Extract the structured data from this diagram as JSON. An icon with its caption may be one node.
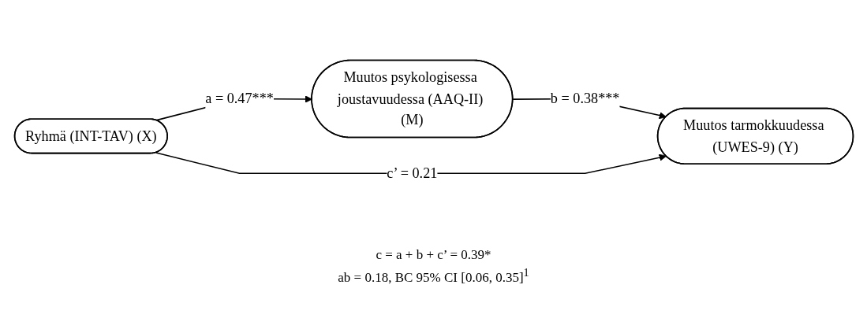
{
  "diagram": {
    "nodes": [
      {
        "text": [
          "Muutos psykologisessa joustavuudessa (AAQ-II) (M)"
        ]
      },
      {
        "text": [
          "Ryhmä (INT-TAV) (X)"
        ]
      },
      {
        "text": [
          "Muutos tarmokkuudessa (UWES-9) (Y)"
        ]
      }
    ],
    "edges": [
      {
        "from": 1,
        "to": 0,
        "arrow": "to",
        "label": "a = 0.47***"
      },
      {
        "from": 0,
        "to": 2,
        "arrow": "to",
        "label": "b = 0.38***"
      },
      {
        "from": 1,
        "to": 2,
        "arrow": "to",
        "label": "c’ = 0.21"
      }
    ],
    "labels": [
      "c = a + b + c’ = 0.39*",
      "ab = 0.18, BC 95% CI [0.06, 0.35]$^{1}$"
    ]
  }
}
